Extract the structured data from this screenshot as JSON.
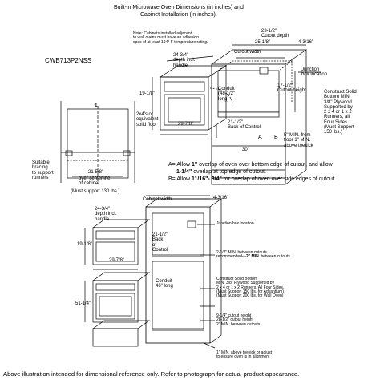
{
  "header": {
    "title_line1": "Built-in Microwave Oven Dimensions (in inches) and",
    "title_line2": "Cabinet Installation (in inches)"
  },
  "model": "CWB713P2NSS",
  "top_diagram": {
    "note": "Note: Cabinets installed adjacent\nto wall ovens must have an adhesion\nspec of at least 194° F temperature rating.",
    "cutout_depth": "23-1/2\"\nCutout depth",
    "dim_25": "25-1/8\"",
    "dim_4_3_16": "4-3/16\"",
    "cutout_width": "Cutout width",
    "depth_handle": "24-3/4\"\ndepth incl.\nhandle",
    "junction_box": "Junction\nbox location",
    "conduit": "Conduit\n(48-1/2\"\nlong)",
    "height_19": "19-1/8\"",
    "cutout_height": "17-1/2\"\nCutout height",
    "plywood_note": "Construct Solid\nBottom MIN.\n3/8\" Plywood\nSupported by\n2 x 4 or 1 x 2\nRunners, all\nFour Sides.\n(Must Support\n150 lbs.)",
    "width_29": "29-7/8\"",
    "back_control": "21-1/2\"\nBack of Control",
    "floor_5": "5\" MIN. from\nfloor 1\" MIN.\nabove toekick",
    "width_30": "30\"",
    "label_a": "A",
    "label_b": "B",
    "cl_symbol": "℄",
    "twobyfour": "2x4's or\nequivalent\nsolid floor",
    "bracing": "Suitable\nbracing\nto support\nrunners",
    "dim_21_5_8": "21-5/8\"",
    "centerline": "over centerline\nof cabinet",
    "support_130": "(Must support 130 lbs.)"
  },
  "allowance_notes": {
    "a_line1_pre": "A= Allow ",
    "a_line1_b": "1\"",
    "a_line1_post": " overlap of oven over bottom edge of cutout, and allow",
    "a_line2_b": "1-1/4\"",
    "a_line2_post": " overlap at top edge of cutout.",
    "b_line_pre": "B= Allow ",
    "b_line_b": "11/16\"- 3/4\"",
    "b_line_post": " for overlap of oven over side edges of cutout."
  },
  "bottom_diagram": {
    "cabinet_width": "Cabinet width",
    "dim_4_3_16": "4-3/16\"",
    "depth_handle": "24-3/4\"\ndepth incl.\nhandle",
    "height_19": "19-1/8\"",
    "width_29": "29-7/8\"",
    "back_control": "21-1/2\"\nBack\nof\nControl",
    "junction_box": "Junction box location.",
    "spacing_note_pre": "2-1/2\" MIN. between cutouts\nrecommended—",
    "spacing_note_b": "2\" MIN.",
    "spacing_note_post": " between cutouts",
    "conduit": "Conduit\n46\" long",
    "height_51": "51-1/4\"",
    "plywood_note": "Construct Solid Bottom\nMIN. 3/8\" Plywood Supported by\n2 x 4 or 1 x 2 Runners, All Four Sides.\n(Must Support 150 lbs. for Advantium)\n(Must Support 200 lbs. for Wall Oven)",
    "cutout_note": "9-1/4\" cutout height\n28-1/2\" cutout height\n2\" MIN. between cutouts",
    "toekick_note": "1\" MIN. above toekick or adjust\nto ensure oven is in alignment"
  },
  "footer": "Above illustration intended for dimensional reference only. Refer to photograph for actual product appearance."
}
